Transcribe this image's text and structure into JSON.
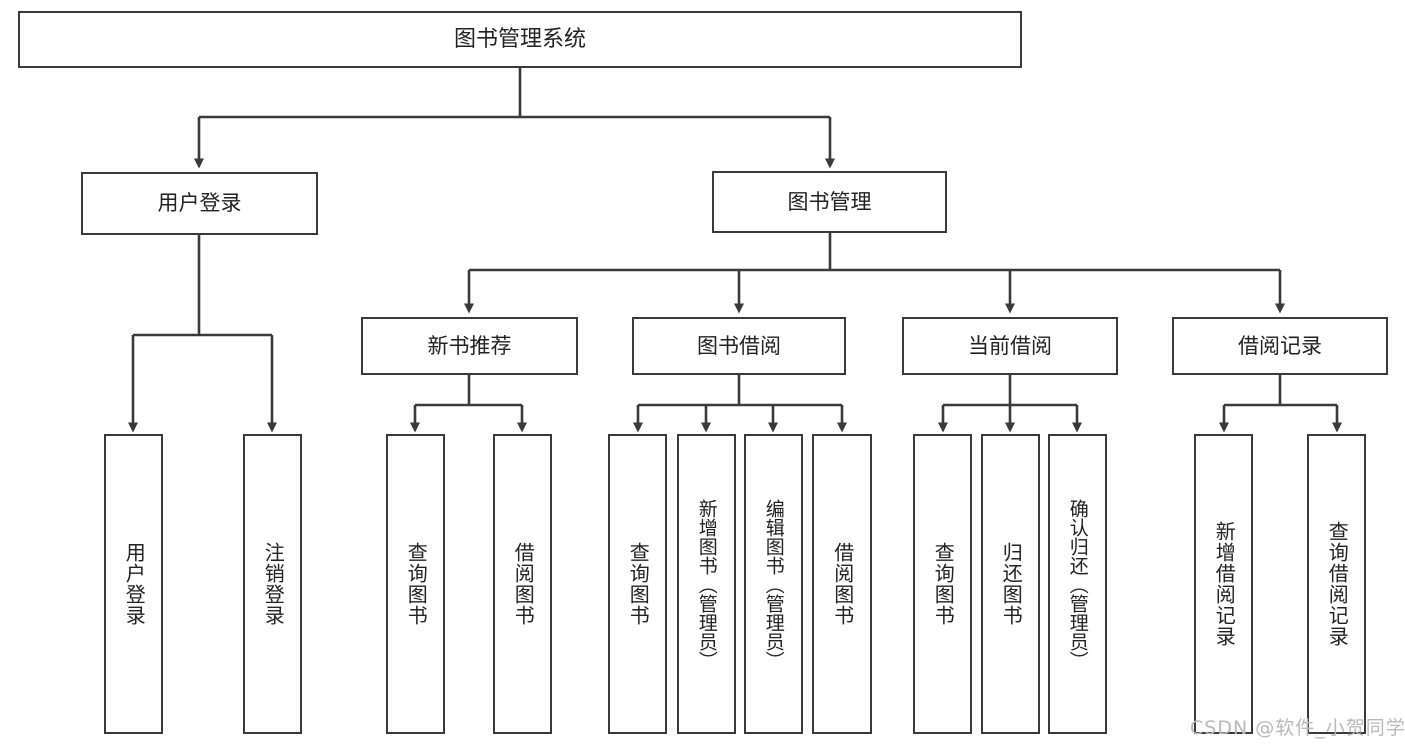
{
  "diagram": {
    "title": "图书管理系统",
    "watermark": "CSDN @软件_小贺同学",
    "root": {
      "label": "图书管理系统"
    },
    "level2": [
      {
        "label": "用户登录"
      },
      {
        "label": "图书管理"
      }
    ],
    "level3": [
      {
        "label": "新书推荐"
      },
      {
        "label": "图书借阅"
      },
      {
        "label": "当前借阅"
      },
      {
        "label": "借阅记录"
      }
    ],
    "leaves": {
      "user_login": [
        {
          "label": "用户登录"
        },
        {
          "label": "注销登录"
        }
      ],
      "new_book_recommend": [
        {
          "label": "查询图书"
        },
        {
          "label": "借阅图书"
        }
      ],
      "book_borrow": [
        {
          "label": "查询图书"
        },
        {
          "label": "新增图书（管理员）"
        },
        {
          "label": "编辑图书（管理员）"
        },
        {
          "label": "借阅图书"
        }
      ],
      "current_borrow": [
        {
          "label": "查询图书"
        },
        {
          "label": "归还图书"
        },
        {
          "label": "确认归还（管理员）"
        }
      ],
      "borrow_record": [
        {
          "label": "新增借阅记录"
        },
        {
          "label": "查询借阅记录"
        }
      ]
    }
  },
  "style": {
    "line_color": "#3a3a3a",
    "box_border": "#3a3a3a",
    "box_fill": "#ffffff",
    "text_color": "#222222",
    "watermark_color": "#b9b9b9"
  }
}
